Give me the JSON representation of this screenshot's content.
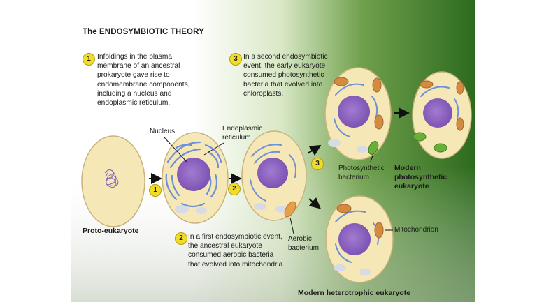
{
  "title": "The ENDOSYMBIOTIC THEORY",
  "steps": [
    {
      "number": "1",
      "lines": [
        "Infoldings in the plasma",
        "membrane of an ancestral",
        "prokaryote gave rise to",
        "endomembrane components,",
        "including a nucleus and",
        "endoplasmic reticulum."
      ]
    },
    {
      "number": "2",
      "lines": [
        "In a first endosymbiotic event,",
        "the ancestral eukaryote",
        "consumed aerobic bacteria",
        "that evolved into mitochondria."
      ]
    },
    {
      "number": "3",
      "lines": [
        "In a second endosymbiotic",
        "event, the early eukaryote",
        "consumed photosynthetic",
        "bacteria that evolved into",
        "chloroplasts."
      ]
    }
  ],
  "labels": {
    "nucleus": "Nucleus",
    "er": [
      "Endoplasmic",
      "reticulum"
    ],
    "proto": "Proto-eukaryote",
    "photo_bacterium": [
      "Photosynthetic",
      "bacterium"
    ],
    "aerobic_bacterium": [
      "Aerobic",
      "bacterium"
    ],
    "mitochondrion": "Mitochondrion",
    "modern_photo": [
      "Modern photosynthetic",
      "eukaryote"
    ],
    "modern_hetero": "Modern heterotrophic eukaryote"
  },
  "arrow_badges": [
    "1",
    "2",
    "3"
  ],
  "colors": {
    "cell_fill": "#f6e7b7",
    "cell_edge": "#c9b27c",
    "nucleus": "#8d5fc2",
    "er": "#6f8fd6",
    "mitochondria": "#d38b3f",
    "chloroplast": "#6cae3c",
    "vacuole": "#d7dbe6",
    "badge": "#f2dc2a",
    "background_dark_green": "#2e6b1f"
  }
}
